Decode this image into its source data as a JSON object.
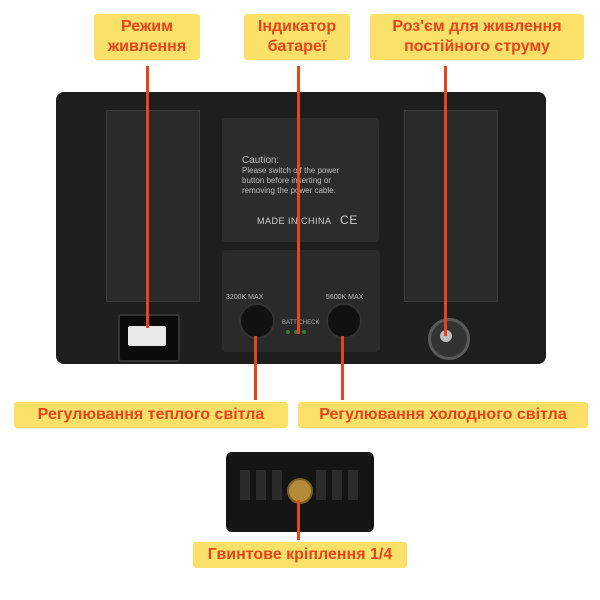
{
  "labels": {
    "power_mode_line1": "Режим",
    "power_mode_line2": "живлення",
    "battery_indicator_line1": "Індикатор",
    "battery_indicator_line2": "батареї",
    "dc_connector_line1": "Роз'єм для живлення",
    "dc_connector_line2": "постійного струму",
    "warm_light": "Регулювання теплого світла",
    "cold_light": "Регулювання холодного світла",
    "screw_mount": "Гвинтове кріплення 1/4"
  },
  "device": {
    "caution_title": "Caution:",
    "caution_line1": "Please switch off the power",
    "caution_line2": "button before inserting or",
    "caution_line3": "removing the power cable.",
    "made_in": "MADE IN CHINA",
    "ce_mark": "CE",
    "warm_knob_label": "3200K MAX",
    "cold_knob_label": "5600K MAX",
    "battcheck": "BATT CHECK"
  },
  "colors": {
    "label_bg": "#fbe06a",
    "label_text": "#e8441c",
    "arrow": "#e8441c"
  }
}
